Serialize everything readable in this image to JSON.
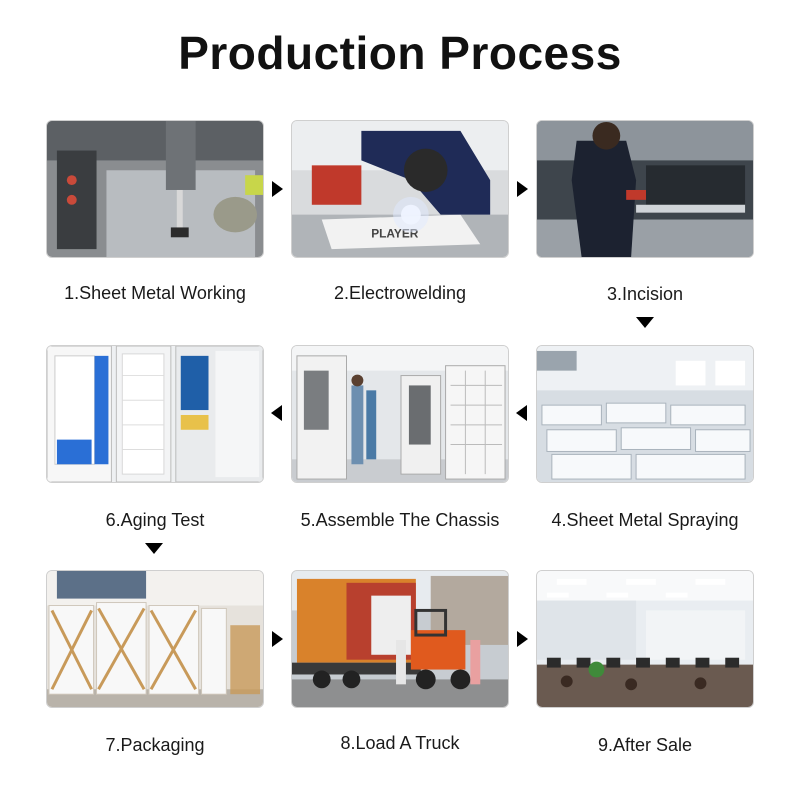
{
  "title": "Production Process",
  "steps": [
    {
      "label": "1.Sheet Metal Working"
    },
    {
      "label": "2.Electrowelding"
    },
    {
      "label": "3.Incision"
    },
    {
      "label": "4.Sheet Metal Spraying"
    },
    {
      "label": "5.Assemble The Chassis"
    },
    {
      "label": "6.Aging Test"
    },
    {
      "label": "7.Packaging"
    },
    {
      "label": "8.Load A Truck"
    },
    {
      "label": "9.After Sale"
    }
  ],
  "welding_sign_text": "PLAYER",
  "colors": {
    "arrow": "#000000",
    "text": "#1a1a1a",
    "truck_container": "#d9822b",
    "forklift": "#e05a1e",
    "vending_blue": "#2a6fd6"
  }
}
